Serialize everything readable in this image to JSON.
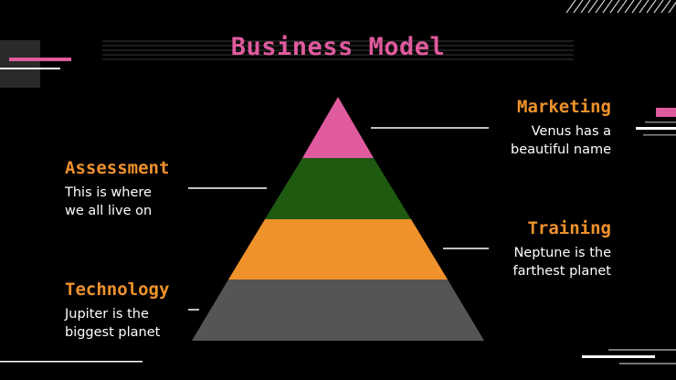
{
  "title": "Business Model",
  "colors": {
    "background": "#000000",
    "accent_pink": "#e05a9e",
    "accent_orange": "#f0922b",
    "green": "#1e5a10",
    "gray": "#555555",
    "text": "#ffffff"
  },
  "pyramid": {
    "layers": [
      {
        "name": "pink",
        "color": "#e05a9e"
      },
      {
        "name": "green",
        "color": "#1e5a10"
      },
      {
        "name": "orange",
        "color": "#f0922b"
      },
      {
        "name": "gray",
        "color": "#555555"
      }
    ]
  },
  "items": {
    "marketing": {
      "title": "Marketing",
      "line1": "Venus has a",
      "line2": "beautiful name"
    },
    "assessment": {
      "title": "Assessment",
      "line1": "This is where",
      "line2": "we all live on"
    },
    "training": {
      "title": "Training",
      "line1": "Neptune is the",
      "line2": "farthest planet"
    },
    "technology": {
      "title": "Technology",
      "line1": "Jupiter is the",
      "line2": "biggest planet"
    }
  }
}
